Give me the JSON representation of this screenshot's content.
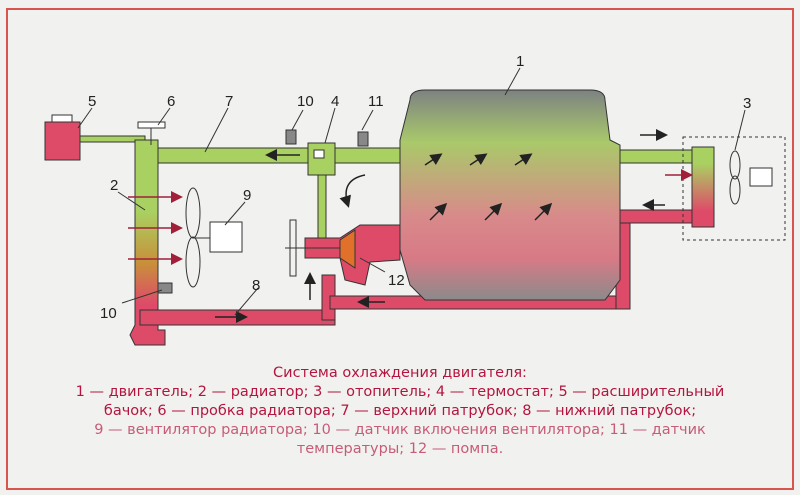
{
  "labels": {
    "n1": "1",
    "n2": "2",
    "n3": "3",
    "n4": "4",
    "n5": "5",
    "n6": "6",
    "n7": "7",
    "n8": "8",
    "n9": "9",
    "n10a": "10",
    "n10b": "10",
    "n11": "11",
    "n12": "12"
  },
  "caption": {
    "title": "Система охлаждения двигателя:",
    "line1": "1 — двигатель; 2 — радиатор; 3 — отопитель; 4 — термостат; 5 — расширительный",
    "line2": "бачок; 6 — пробка радиатора; 7 — верхний патрубок; 8 —  нижний патрубок;",
    "line3": "9 — вентилятор радиатора; 10 — датчик включения вентилятора; 11 — датчик",
    "line4": "температуры; 12 — помпа."
  },
  "colors": {
    "cold": "#a9d162",
    "hot": "#de4b69",
    "frame": "#d9534f",
    "engine": "#7d8282"
  }
}
